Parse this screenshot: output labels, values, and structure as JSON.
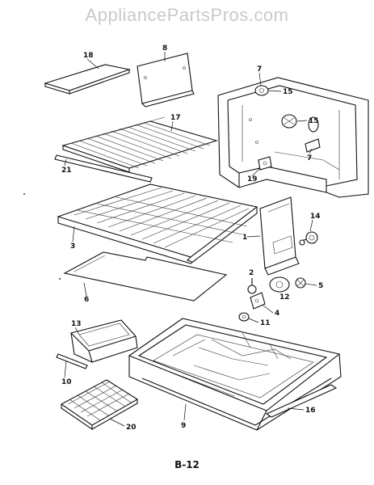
{
  "watermark": "AppliancePartsPros.com",
  "page_number": "B-12",
  "callouts": {
    "c18": "18",
    "c8a": "8",
    "c17": "17",
    "c21": "21",
    "c3": "3",
    "c6": "6",
    "c7a": "7",
    "c15a": "15",
    "c15b": "15",
    "c7b": "7",
    "c19": "19",
    "c14": "14",
    "c1": "1",
    "c2": "2",
    "c5": "5",
    "c12": "12",
    "c4": "4",
    "c11": "11",
    "c13": "13",
    "c10": "10",
    "c20": "20",
    "c9": "9",
    "c16": "16"
  }
}
